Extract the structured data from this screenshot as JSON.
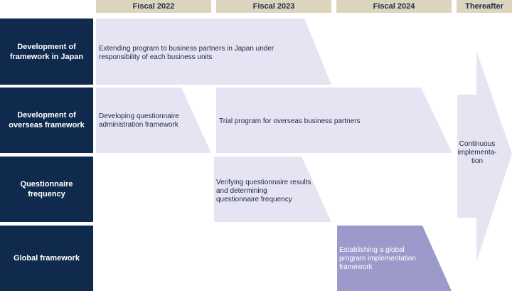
{
  "colors": {
    "header_bg": "#dcd4bd",
    "row_label_bg": "#0f2a4c",
    "bar_light": "#e6e4f2",
    "bar_dark": "#9b9acb"
  },
  "columns": [
    "Fiscal 2022",
    "Fiscal 2023",
    "Fiscal 2024",
    "Thereafter"
  ],
  "rows": [
    "Development of\nframework in Japan",
    "Development of\noverseas framework",
    "Questionnaire\nfrequency",
    "Global framework"
  ],
  "bars": {
    "japan_extend": "Extending program to business partners in Japan under\nresponsibility of each business units",
    "overseas_develop": "Developing questionnaire\nadministration framework",
    "overseas_trial": "Trial program for overseas business partners",
    "frequency_verify": "Verifying questionnaire results\nand determining\nquestionnaire frequency",
    "global_establish": "Establishing a global\nprogram implementation\nframework"
  },
  "continuous": "Continuous\nimplementa-\ntion"
}
